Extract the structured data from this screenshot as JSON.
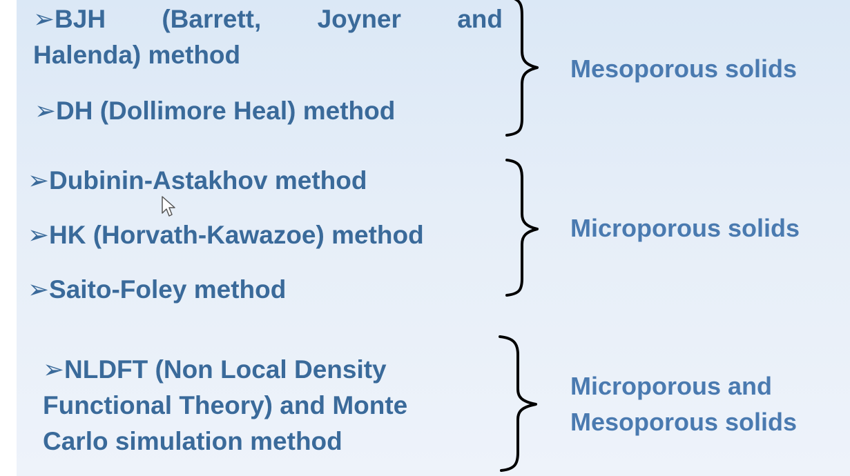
{
  "groups": [
    {
      "label": "Mesoporous solids",
      "methods": [
        {
          "bullet": "➢",
          "words": [
            "BJH",
            "(Barrett,",
            "Joyner",
            "and"
          ],
          "line2": "Halenda) method"
        },
        {
          "bullet": "➢",
          "text": "DH (Dollimore Heal) method"
        }
      ]
    },
    {
      "label": "Microporous solids",
      "methods": [
        {
          "bullet": "➢",
          "text": "Dubinin-Astakhov method"
        },
        {
          "bullet": "➢",
          "text": "HK (Horvath-Kawazoe) method"
        },
        {
          "bullet": "➢",
          "text": "Saito-Foley method"
        }
      ]
    },
    {
      "label_lines": [
        "Microporous and",
        "Mesoporous solids"
      ],
      "methods": [
        {
          "bullet": "➢",
          "lines": [
            "NLDFT (Non Local Density",
            "Functional Theory) and Monte",
            "Carlo simulation method"
          ]
        }
      ]
    }
  ],
  "colors": {
    "text": "#3a6a9a",
    "label": "#4a7ab0",
    "brace": "#000000",
    "background": "#e2ecf7"
  },
  "icons": {
    "bullet": "arrowhead-bullet-icon",
    "cursor": "mouse-pointer-icon"
  }
}
